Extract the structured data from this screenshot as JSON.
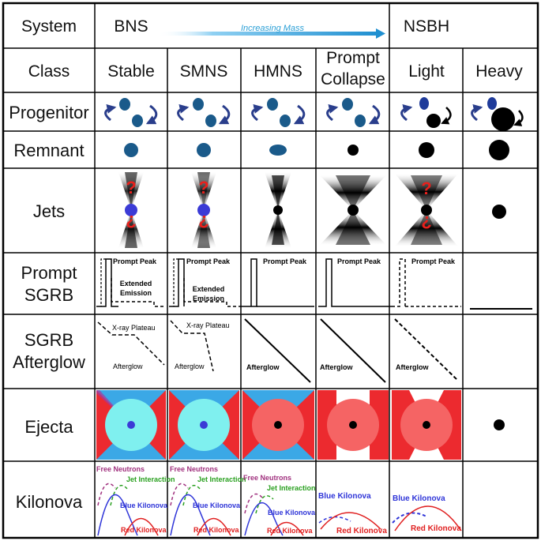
{
  "header": {
    "system_label": "System",
    "bns_label": "BNS",
    "nsbh_label": "NSBH",
    "increasing_mass_label": "Increasing Mass"
  },
  "rows": {
    "class": "Class",
    "progenitor": "Progenitor",
    "remnant": "Remnant",
    "jets": "Jets",
    "prompt_sgrb_line1": "Prompt",
    "prompt_sgrb_line2": "SGRB",
    "afterglow_line1": "SGRB",
    "afterglow_line2": "Afterglow",
    "ejecta": "Ejecta",
    "kilonova": "Kilonova"
  },
  "classes": {
    "stable": "Stable",
    "smns": "SMNS",
    "hmns": "HMNS",
    "prompt_collapse_line1": "Prompt",
    "prompt_collapse_line2": "Collapse",
    "light": "Light",
    "heavy": "Heavy"
  },
  "labels": {
    "prompt_peak": "Prompt Peak",
    "extended": "Extended",
    "emission": "Emission",
    "xray_plateau": "X-ray Plateau",
    "afterglow": "Afterglow",
    "free_neutrons": "Free Neutrons",
    "jet_interaction": "Jet Interaction",
    "blue_kilonova": "Blue Kilonova",
    "red_kilonova": "Red Kilonova",
    "question_mark": "?"
  },
  "colors": {
    "ns_blue": "#1a5a8a",
    "orbit_blue": "#2a3e8c",
    "jet_center_blue": "#3b3bd6",
    "ejecta_red": "#ec2a2f",
    "ejecta_blue": "#3ba8e6",
    "ejecta_cyan": "#7ff0ef",
    "ejecta_pink": "#f56464",
    "free_neutron_purple": "#a0307e",
    "jet_green": "#2aa020",
    "blue_kn": "#2f35d8",
    "red_kn": "#e02020",
    "question_red": "#e8201c",
    "arrow_blue": "#2a9fd6"
  }
}
